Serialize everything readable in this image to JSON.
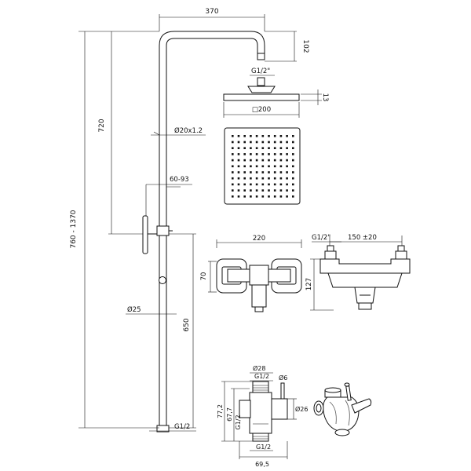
{
  "labels": {
    "top_width": "370",
    "riser_drop": "102",
    "head_connection": "G1/2\"",
    "head_thickness": "13",
    "head_size": "□200",
    "upper_height": "720",
    "total_height": "760 - 1370",
    "pipe_diameter": "Ø20x1.2",
    "slider_range": "60-93",
    "lower_pipe_diameter": "Ø25",
    "lower_height": "650",
    "base_connection": "G1/2",
    "mixer_width": "220",
    "mixer_height": "70",
    "thermo_connection": "G1/2\"",
    "thermo_spacing": "150 ±20",
    "thermo_height": "127",
    "div_top_diameter": "Ø28",
    "div_top_thread": "G1/2",
    "div_side_diameter": "Ø6",
    "div_body_diameter": "Ø26",
    "div_height_a": "77,2",
    "div_height_b": "67,7",
    "div_side_thread": "G1/2",
    "div_bottom_thread": "G1/2",
    "div_width": "69,5"
  }
}
